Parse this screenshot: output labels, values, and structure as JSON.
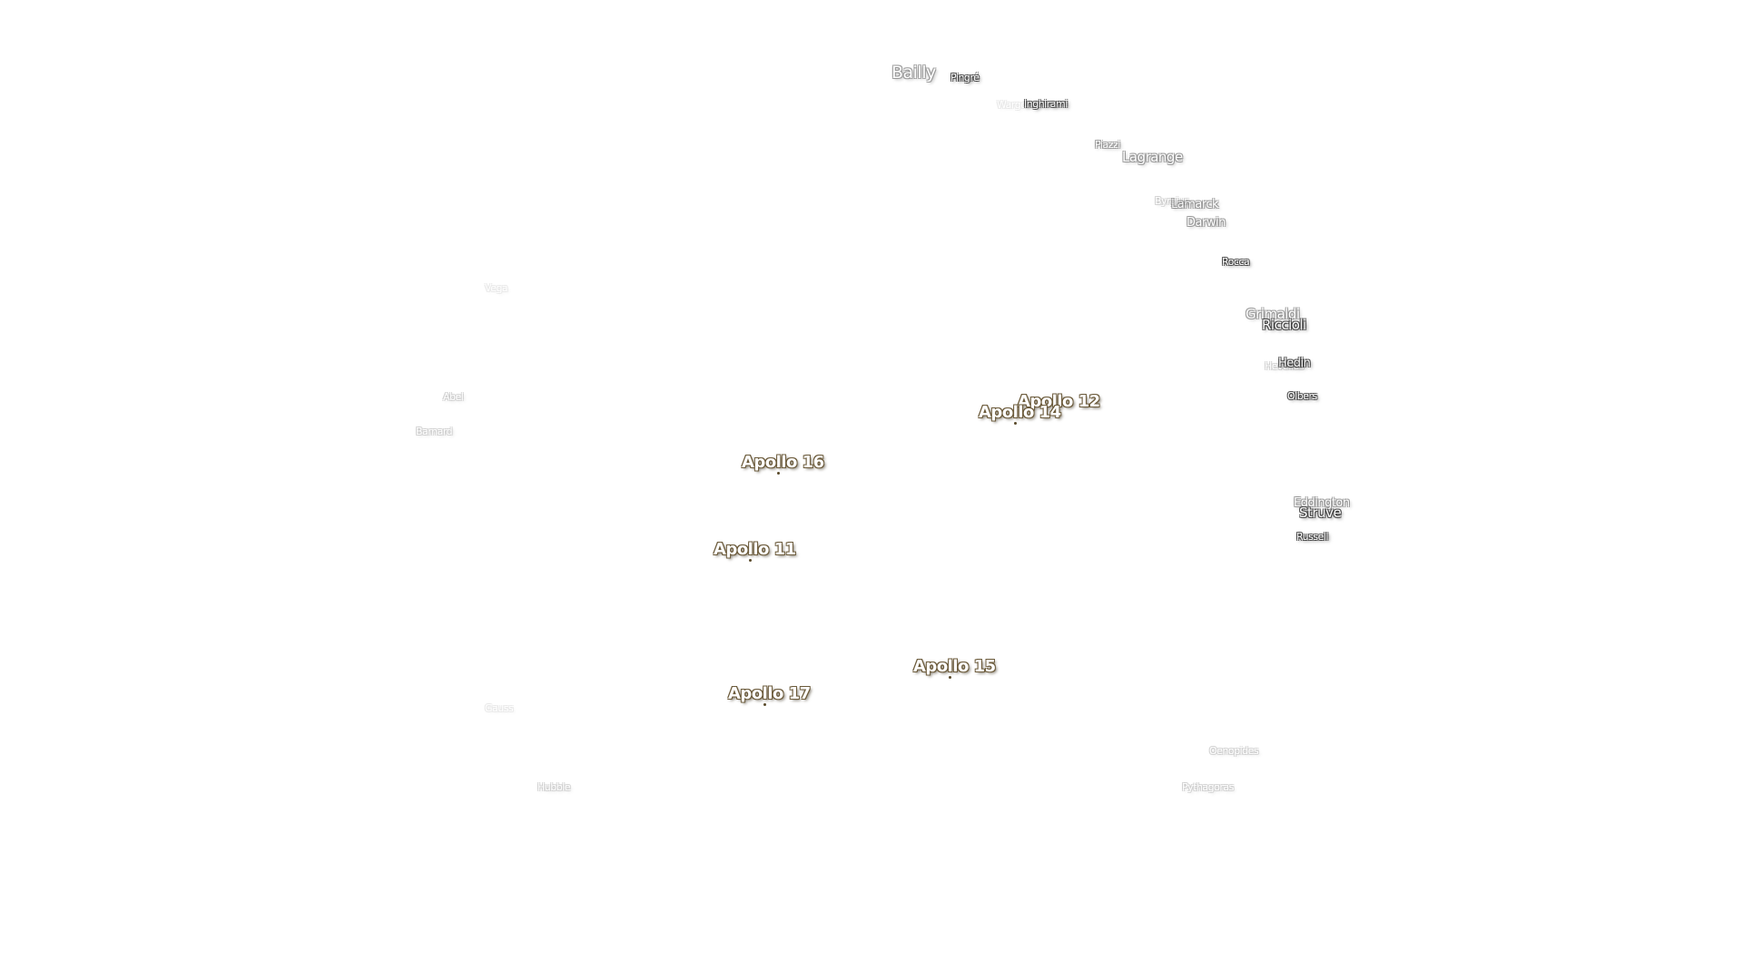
{
  "craters": {
    "bailly": "Bailly",
    "pingre": "Pingré",
    "wargentin": "Wargentin",
    "inghirami": "Inghirami",
    "piazzi": "Piazzi",
    "lagrange": "Lagrange",
    "byrgius": "Byrgius",
    "lamarck": "Lamarck",
    "darwin": "Darwin",
    "rocca": "Rocca",
    "grimaldi": "Grimaldi",
    "riccioli": "Riccioli",
    "hevelius": "Hevelius",
    "hedin": "Hedin",
    "olbers": "Olbers",
    "eddington": "Eddington",
    "struve": "Struve",
    "russell": "Russell",
    "oenopides": "Oenopides",
    "pythagoras": "Pythagoras",
    "abel": "Abel",
    "barnard": "Barnard",
    "hubble": "Hubble",
    "faint_a": "Vega",
    "faint_b": "Gauss"
  },
  "apollo_sites": {
    "apollo_12": "Apollo 12",
    "apollo_14": "Apollo 14",
    "apollo_16": "Apollo 16",
    "apollo_11": "Apollo 11",
    "apollo_15": "Apollo 15",
    "apollo_17": "Apollo 17"
  },
  "colors": {
    "background": "#ffffff",
    "crater_halo": "#3c3c3c",
    "apollo_halo": "#6b5a3a"
  }
}
